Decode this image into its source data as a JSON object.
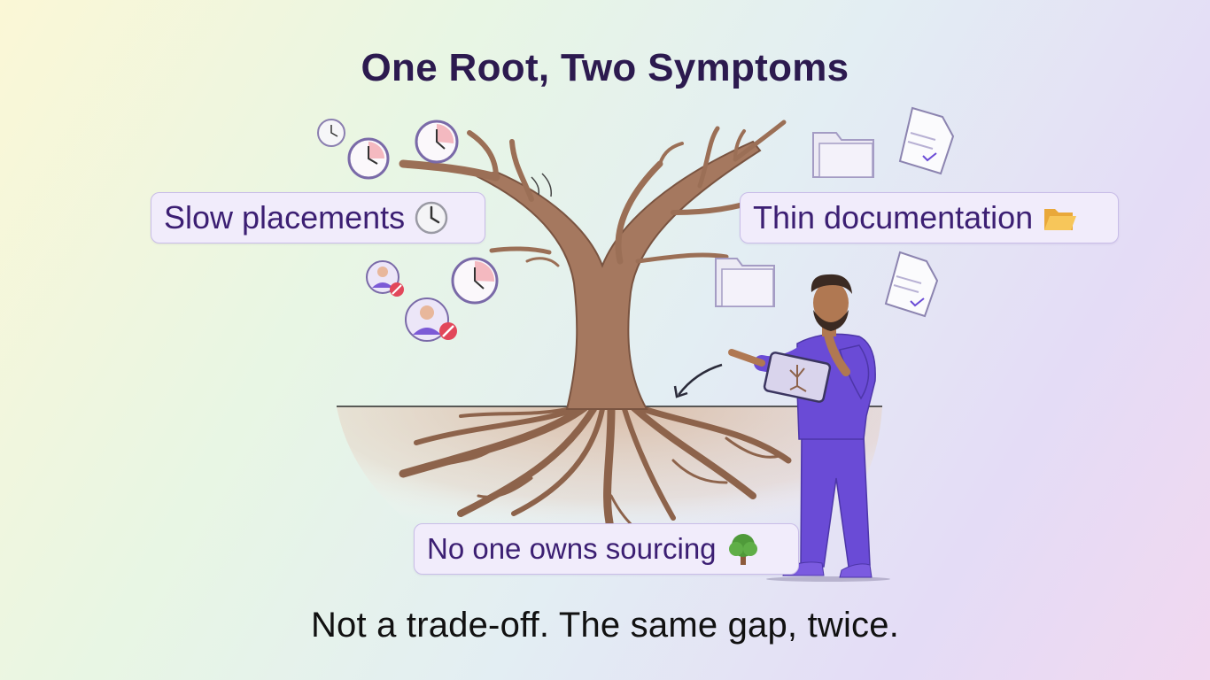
{
  "title": "One Root, Two Symptoms",
  "labels": {
    "slow": "Slow placements",
    "thin": "Thin documentation",
    "root": "No one owns sourcing"
  },
  "caption": "Not a trade-off. The same gap, twice.",
  "colors": {
    "title": "#2c1a4f",
    "label_text": "#3c1f73",
    "label_bg": "#f1ecfb",
    "trunk": "#a5785f",
    "scrubs": "#6a4bd6"
  }
}
